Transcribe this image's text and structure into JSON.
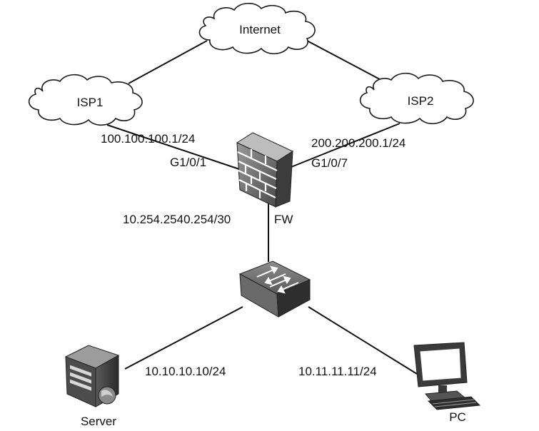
{
  "nodes": {
    "internet": {
      "label": "Internet"
    },
    "isp1": {
      "label": "ISP1"
    },
    "isp2": {
      "label": "ISP2"
    },
    "firewall": {
      "label": "FW"
    },
    "switch": {
      "label": ""
    },
    "server": {
      "label": "Server"
    },
    "pc": {
      "label": "PC"
    }
  },
  "links": {
    "isp1_fw": {
      "address": "100.100.100.1/24",
      "interface": "G1/0/1"
    },
    "isp2_fw": {
      "address": "200.200.200.1/24",
      "interface": "G1/0/7"
    },
    "fw_switch": {
      "address": "10.254.2540.254/30"
    },
    "switch_server": {
      "address": "10.10.10.10/24"
    },
    "switch_pc": {
      "address": "10.11.11.11/24"
    }
  }
}
